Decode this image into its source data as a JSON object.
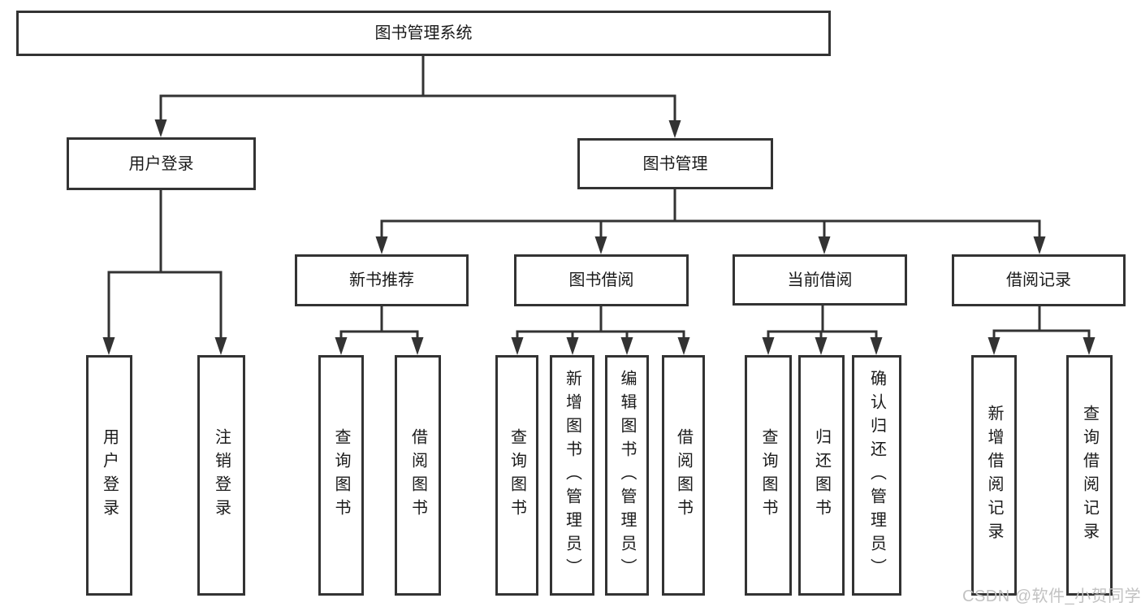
{
  "tree": {
    "root": {
      "label": "图书管理系统",
      "children": [
        {
          "label": "用户登录",
          "children": [
            {
              "label": "用户登录"
            },
            {
              "label": "注销登录"
            }
          ]
        },
        {
          "label": "图书管理",
          "children": [
            {
              "label": "新书推荐",
              "children": [
                {
                  "label": "查询图书"
                },
                {
                  "label": "借阅图书"
                }
              ]
            },
            {
              "label": "图书借阅",
              "children": [
                {
                  "label": "查询图书"
                },
                {
                  "label": "新增图书（管理员）"
                },
                {
                  "label": "编辑图书（管理员）"
                },
                {
                  "label": "借阅图书"
                }
              ]
            },
            {
              "label": "当前借阅",
              "children": [
                {
                  "label": "查询图书"
                },
                {
                  "label": "归还图书"
                },
                {
                  "label": "确认归还（管理员）"
                }
              ]
            },
            {
              "label": "借阅记录",
              "children": [
                {
                  "label": "新增借阅记录"
                },
                {
                  "label": "查询借阅记录"
                }
              ]
            }
          ]
        }
      ]
    }
  },
  "watermark": {
    "text": "CSDN @软件_小贺同学"
  },
  "colors": {
    "line": "#333333",
    "text": "#1a1a1a",
    "watermark": "#c2c2c2",
    "background": "#ffffff"
  }
}
